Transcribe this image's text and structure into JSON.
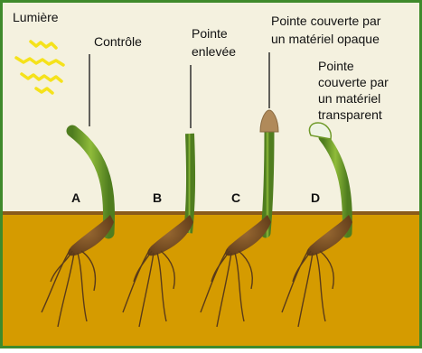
{
  "light_label": "Lumière",
  "plants": [
    {
      "letter": "A",
      "label": [
        "Contrôle"
      ]
    },
    {
      "letter": "B",
      "label": [
        "Pointe",
        "enlevée"
      ]
    },
    {
      "letter": "C",
      "label": [
        "Pointe couverte par",
        "un matériel opaque"
      ]
    },
    {
      "letter": "D",
      "label": [
        "Pointe",
        "couverte par",
        "un matériel",
        "transparent"
      ]
    }
  ],
  "colors": {
    "sky": "#f4f1df",
    "soil": "#d59b00",
    "soil_line": "#8a5a1a",
    "border": "#3f8a2b",
    "stem": "#6f9a2a",
    "bulb": "#6e4720",
    "root": "#5a3b19",
    "light": "#f5e21b",
    "opaque_cap": "#b08a5a",
    "transparent_cap": "#eef3e3"
  },
  "icons": [
    "sun-rays-icon"
  ]
}
